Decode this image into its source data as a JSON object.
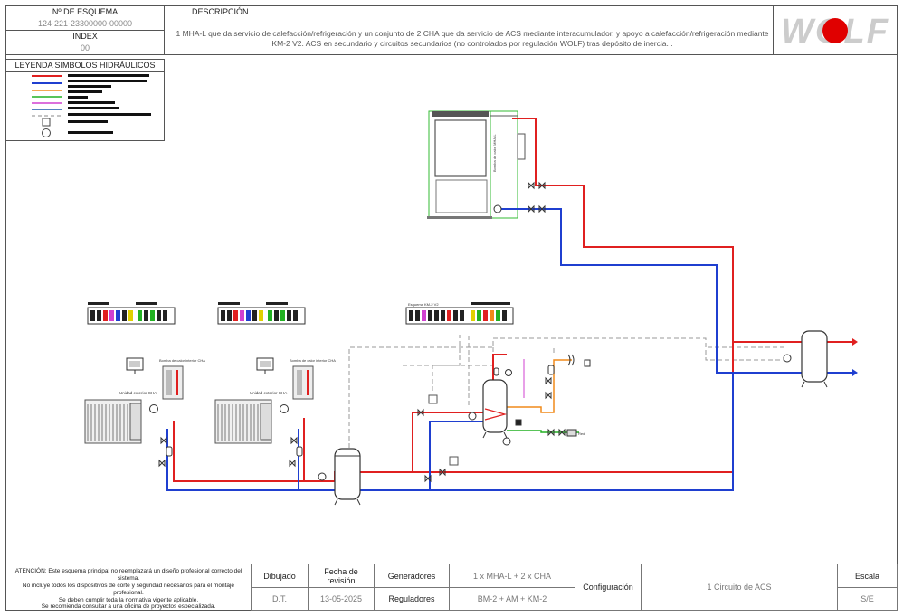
{
  "header": {
    "scheme_label": "Nº DE ESQUEMA",
    "scheme_number": "124-221-23300000-00000",
    "index_label": "INDEX",
    "index_value": "00",
    "description_label": "DESCRIPCIÓN",
    "description_line1": "1 MHA-L que da servicio de calefacción/refrigeración y un conjunto de 2 CHA que da servicio de ACS mediante interacumulador, y apoyo a calefacción/refrigeración mediante",
    "description_line2": "KM-2 V2. ACS en secundario y circuitos secundarios (no controlados por regulación WOLF) tras depósito de inercia. .",
    "logo_text": "WOLF"
  },
  "legend": {
    "title": "LEYENDA SIMBOLOS HIDRÁULICOS",
    "colors": {
      "red": "#e02020",
      "blue": "#1f3fd0",
      "orange": "#f08a1a",
      "green": "#22b022",
      "magenta": "#d040d0",
      "dark_blue": "#1a2a8a",
      "grey_dashed": "#999999"
    }
  },
  "diagram": {
    "unit_label_1": "Unidad exterior CHA",
    "unit_label_2": "Unidad exterior CHA",
    "box_label_1": "Bomba de calor interior CHA",
    "box_label_2": "Bomba de calor interior CHA",
    "module_label": "Esquema KM-2 V2",
    "valve_label": "Red",
    "mha_label": "Bomba de calor MHA-L"
  },
  "footer": {
    "warning_lines": [
      "ATENCIÓN: Este esquema principal no reemplazará un diseño profesional correcto del",
      "sistema.",
      "No incluye todos los dispositivos de corte y seguridad necesarios para el montaje",
      "profesional.",
      "Se deben cumplir toda la normativa vigente aplicable.",
      "Se recomienda consultar a una oficina de proyectos especializada."
    ],
    "drawn_label": "Dibujado",
    "drawn_value": "D.T.",
    "revision_label_1": "Fecha de",
    "revision_label_2": "revisión",
    "revision_value": "13-05-2025",
    "generators_label": "Generadores",
    "generators_value": "1 x MHA-L + 2 x CHA",
    "regulators_label": "Reguladores",
    "regulators_value": "BM-2 + AM + KM-2",
    "config_label": "Configuración",
    "config_value": "1 Circuito de ACS",
    "scale_label": "Escala",
    "scale_value": "S/E"
  }
}
